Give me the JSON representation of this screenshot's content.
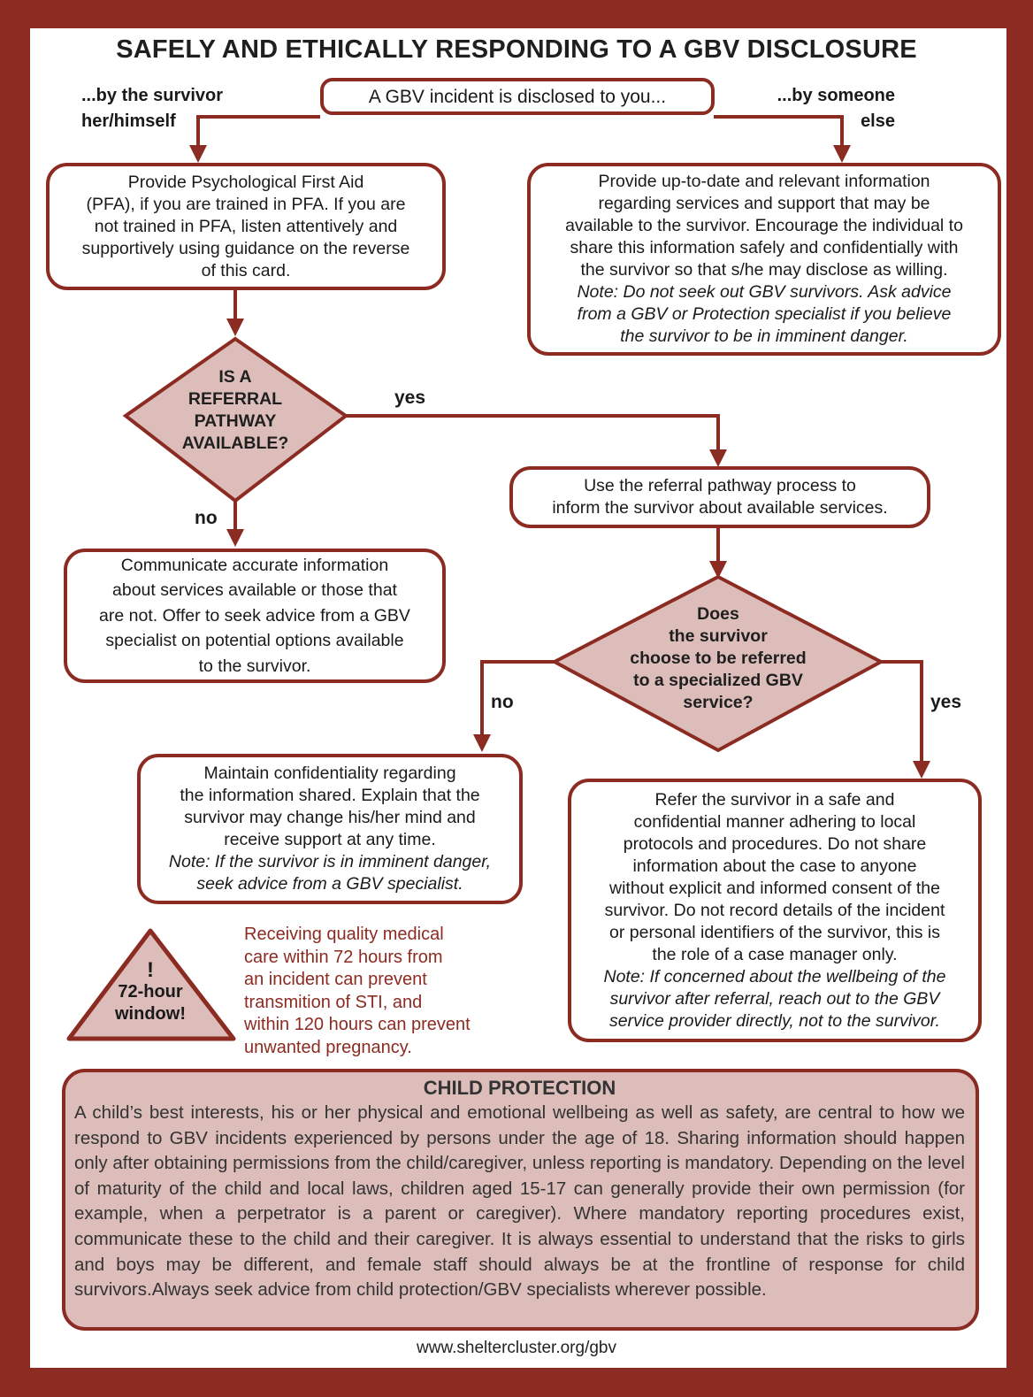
{
  "title": "SAFELY AND ETHICALLY RESPONDING TO A GBV DISCLOSURE",
  "top_box": "A GBV incident is disclosed to you...",
  "left_label": {
    "line1": "...by the survivor",
    "line2": "her/himself"
  },
  "right_label": {
    "line1": "...by someone",
    "line2": "else"
  },
  "pfa_box": [
    "Provide Psychological First Aid",
    "(PFA), if you are trained in PFA. If you are",
    "not trained in PFA, listen attentively and",
    "supportively using guidance on the reverse",
    "of this card."
  ],
  "info_box": {
    "lines": [
      "Provide up-to-date and relevant information",
      "regarding services and support that may be",
      "available to the survivor. Encourage the individual to",
      "share this information safely and confidentially with",
      "the survivor so that s/he may disclose as willing."
    ],
    "note": [
      "Note: Do not seek out GBV survivors. Ask advice",
      "from a GBV or Protection specialist if you believe",
      "the survivor to be in imminent danger."
    ]
  },
  "diamond1": [
    "IS A",
    "REFERRAL",
    "PATHWAY",
    "AVAILABLE?"
  ],
  "yes1": "yes",
  "no1": "no",
  "referral_box": [
    "Use the referral pathway process to",
    "inform the survivor about available services."
  ],
  "communicate_box": [
    "Communicate accurate information",
    "about services available or those that",
    "are not. Offer to seek advice from a GBV",
    "specialist on potential options available",
    "to the survivor."
  ],
  "diamond2": [
    "Does",
    "the survivor",
    "choose to be referred",
    "to a specialized GBV",
    "service?"
  ],
  "no2": "no",
  "yes2": "yes",
  "confidential_box": {
    "lines": [
      "Maintain confidentiality regarding",
      "the information shared. Explain that the",
      "survivor may change his/her mind and",
      "receive support at any time."
    ],
    "note": [
      "Note: If the survivor is in imminent danger,",
      "seek advice from a GBV specialist."
    ]
  },
  "refer_box": {
    "lines": [
      "Refer the survivor in a safe and",
      "confidential manner adhering to local",
      "protocols and procedures. Do not share",
      "information about the case to anyone",
      "without explicit and informed consent of the",
      "survivor. Do not record details of the incident",
      "or personal identifiers of the survivor, this is",
      "the role of a case manager only."
    ],
    "note": [
      "Note: If concerned about the wellbeing of the",
      "survivor after referral, reach out to the GBV",
      "service provider directly, not to the survivor."
    ]
  },
  "warning": {
    "mark": "!",
    "line1": "72-hour",
    "line2": "window!"
  },
  "warning_text": [
    "Receiving quality medical",
    "care within 72 hours from",
    "an incident can prevent",
    "transmition of STI, and",
    "within 120 hours can prevent",
    "unwanted pregnancy."
  ],
  "child_protection": {
    "heading": "CHILD PROTECTION",
    "text": "A child’s best interests, his or her physical and emotional wellbeing as well as safety, are central to how we respond to GBV incidents experienced by persons under the age of 18. Sharing information should happen only after obtaining permissions from the child/caregiver, unless reporting is mandatory. Depending on the level of maturity of the child and local laws, children aged 15-17 can generally provide their own permission (for example, when a perpetrator is a parent or caregiver). Where mandatory reporting procedures exist, communicate these to the child and their caregiver. It is always essential to understand that the risks to girls and boys may be different, and female staff should always be at the frontline of response for child survivors.Always seek advice from child protection/GBV specialists wherever possible."
  },
  "url": "www.sheltercluster.org/gbv",
  "colors": {
    "border": "#8b2b22",
    "diamond_fill": "#dcbdb9",
    "child_fill": "#dcbdb9",
    "warning_text": "#8b2b22"
  }
}
